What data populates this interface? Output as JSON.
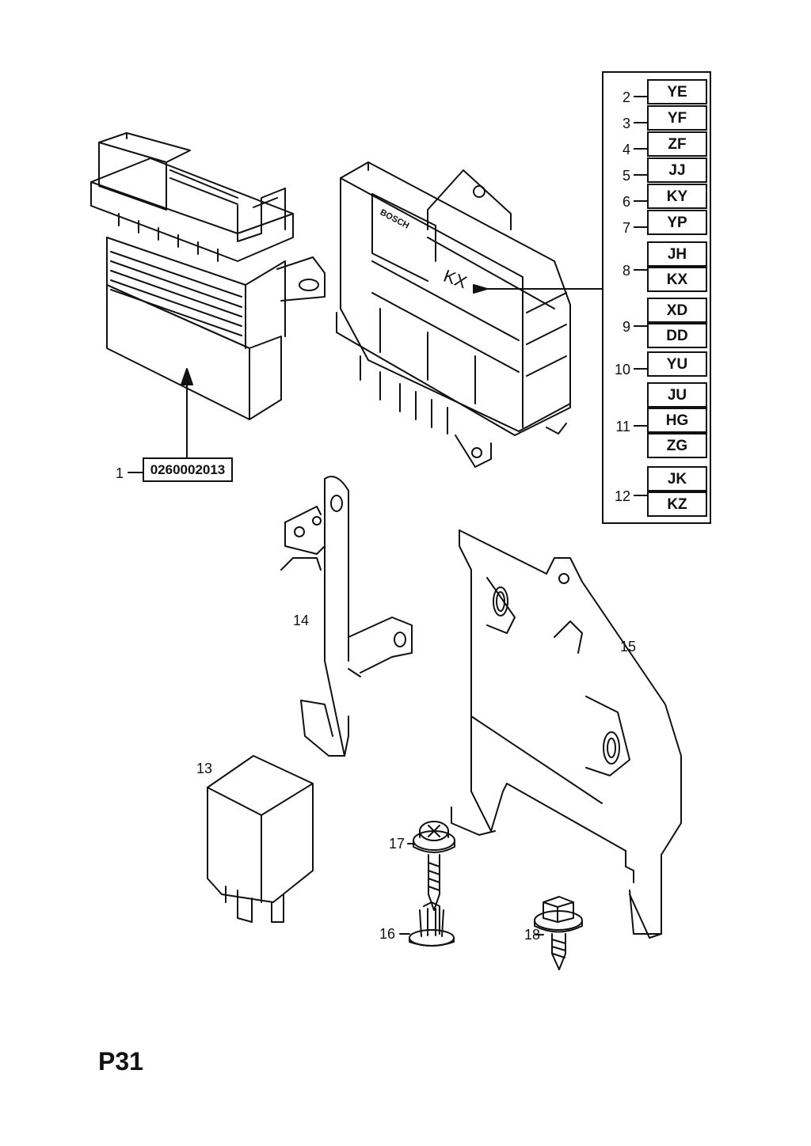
{
  "page": {
    "code": "P31"
  },
  "ecu_left": {
    "item": "1",
    "part_number": "0260002013"
  },
  "ecu_right": {
    "brand_text": "BOSCH",
    "code_marking": "KX"
  },
  "code_panel": {
    "rows": [
      {
        "number": "2",
        "codes": [
          "YE"
        ]
      },
      {
        "number": "3",
        "codes": [
          "YF"
        ]
      },
      {
        "number": "4",
        "codes": [
          "ZF"
        ]
      },
      {
        "number": "5",
        "codes": [
          "JJ"
        ]
      },
      {
        "number": "6",
        "codes": [
          "KY"
        ]
      },
      {
        "number": "7",
        "codes": [
          "YP"
        ]
      },
      {
        "number": "8",
        "codes": [
          "JH",
          "KX"
        ]
      },
      {
        "number": "9",
        "codes": [
          "XD",
          "DD"
        ]
      },
      {
        "number": "10",
        "codes": [
          "YU"
        ]
      },
      {
        "number": "11",
        "codes": [
          "JU",
          "HG",
          "ZG"
        ]
      },
      {
        "number": "12",
        "codes": [
          "JK",
          "KZ"
        ]
      }
    ]
  },
  "items": {
    "relay": "13",
    "bracket_small": "14",
    "bracket_large": "15",
    "nut_clip": "16",
    "screw_small": "17",
    "screw_large": "18"
  }
}
